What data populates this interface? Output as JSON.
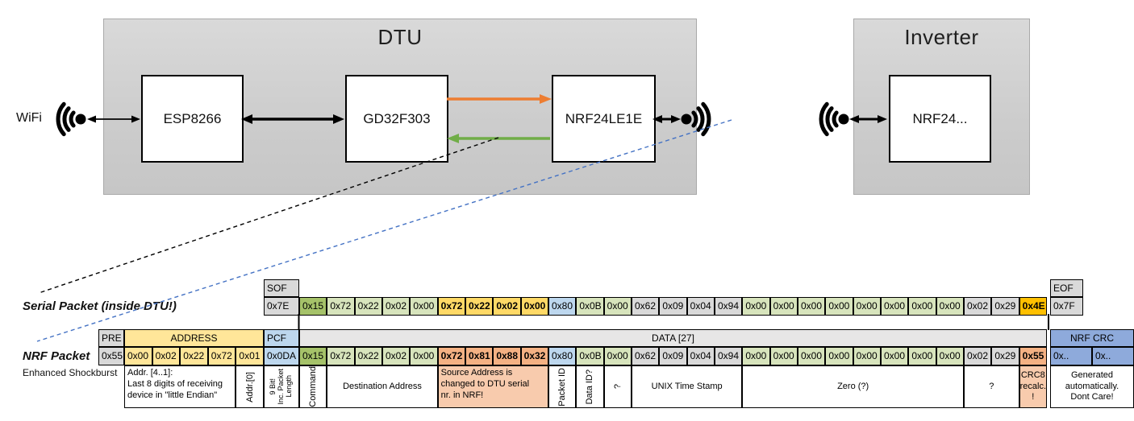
{
  "diagram": {
    "wifi_label": "WiFi",
    "dtu": {
      "title": "DTU",
      "components": [
        "ESP8266",
        "GD32F303",
        "NRF24LE1E"
      ]
    },
    "inverter": {
      "title": "Inverter",
      "components": [
        "NRF24..."
      ]
    },
    "colors": {
      "orange_arrow": "#ed7d31",
      "green_arrow": "#70ad47",
      "blue_dashed": "#4472c4"
    }
  },
  "serial_packet": {
    "label": "Serial Packet (inside DTU!)",
    "sof_header": "SOF",
    "sof_value": "0x7E",
    "eof_header": "EOF",
    "eof_value": "0x7F",
    "bytes": [
      {
        "t": "0x15",
        "c": "dgreen"
      },
      {
        "t": "0x72",
        "c": "lgreen"
      },
      {
        "t": "0x22",
        "c": "lgreen"
      },
      {
        "t": "0x02",
        "c": "lgreen"
      },
      {
        "t": "0x00",
        "c": "lgreen"
      },
      {
        "t": "0x72",
        "c": "gold",
        "b": 1
      },
      {
        "t": "0x22",
        "c": "gold",
        "b": 1
      },
      {
        "t": "0x02",
        "c": "gold",
        "b": 1
      },
      {
        "t": "0x00",
        "c": "gold",
        "b": 1
      },
      {
        "t": "0x80",
        "c": "lblue"
      },
      {
        "t": "0x0B",
        "c": "lgreen"
      },
      {
        "t": "0x00",
        "c": "lgreen"
      },
      {
        "t": "0x62",
        "c": "gray"
      },
      {
        "t": "0x09",
        "c": "gray"
      },
      {
        "t": "0x04",
        "c": "gray"
      },
      {
        "t": "0x94",
        "c": "gray"
      },
      {
        "t": "0x00",
        "c": "lgreen"
      },
      {
        "t": "0x00",
        "c": "lgreen"
      },
      {
        "t": "0x00",
        "c": "lgreen"
      },
      {
        "t": "0x00",
        "c": "lgreen"
      },
      {
        "t": "0x00",
        "c": "lgreen"
      },
      {
        "t": "0x00",
        "c": "lgreen"
      },
      {
        "t": "0x00",
        "c": "lgreen"
      },
      {
        "t": "0x00",
        "c": "lgreen"
      },
      {
        "t": "0x02",
        "c": "gray"
      },
      {
        "t": "0x29",
        "c": "gray"
      },
      {
        "t": "0x4E",
        "c": "dgold",
        "b": 1
      }
    ]
  },
  "nrf_packet": {
    "label": "NRF Packet",
    "sublabel": "Enhanced Shockburst",
    "pre_header": "PRE",
    "address_header": "ADDRESS",
    "pcf_header": "PCF",
    "data_header": "DATA [27]",
    "crc_header": "NRF CRC",
    "pre_value": "0x55",
    "address_bytes": [
      "0x00",
      "0x02",
      "0x22",
      "0x72",
      "0x01"
    ],
    "pcf_value": "0x0DA",
    "bytes": [
      {
        "t": "0x15",
        "c": "dgreen"
      },
      {
        "t": "0x72",
        "c": "lgreen"
      },
      {
        "t": "0x22",
        "c": "lgreen"
      },
      {
        "t": "0x02",
        "c": "lgreen"
      },
      {
        "t": "0x00",
        "c": "lgreen"
      },
      {
        "t": "0x72",
        "c": "salmon",
        "b": 1
      },
      {
        "t": "0x81",
        "c": "salmon",
        "b": 1
      },
      {
        "t": "0x88",
        "c": "salmon",
        "b": 1
      },
      {
        "t": "0x32",
        "c": "salmon",
        "b": 1
      },
      {
        "t": "0x80",
        "c": "lblue"
      },
      {
        "t": "0x0B",
        "c": "lgreen"
      },
      {
        "t": "0x00",
        "c": "lgreen"
      },
      {
        "t": "0x62",
        "c": "gray"
      },
      {
        "t": "0x09",
        "c": "gray"
      },
      {
        "t": "0x04",
        "c": "gray"
      },
      {
        "t": "0x94",
        "c": "gray"
      },
      {
        "t": "0x00",
        "c": "lgreen"
      },
      {
        "t": "0x00",
        "c": "lgreen"
      },
      {
        "t": "0x00",
        "c": "lgreen"
      },
      {
        "t": "0x00",
        "c": "lgreen"
      },
      {
        "t": "0x00",
        "c": "lgreen"
      },
      {
        "t": "0x00",
        "c": "lgreen"
      },
      {
        "t": "0x00",
        "c": "lgreen"
      },
      {
        "t": "0x00",
        "c": "lgreen"
      },
      {
        "t": "0x02",
        "c": "gray"
      },
      {
        "t": "0x29",
        "c": "gray"
      },
      {
        "t": "0x55",
        "c": "salmon",
        "b": 1
      }
    ],
    "crc_values": [
      "0x..",
      "0x.."
    ],
    "annotations": [
      {
        "t": "Addr. [4..1]:\nLast 8 digits of receiving\ndevice in \"little Endian\"",
        "span": 4,
        "align": "left"
      },
      {
        "t": "Addr.[0]",
        "rot": 1
      },
      {
        "t": "9 Bit!\nInc. Packet\nLength",
        "rot": 1,
        "small": 1
      },
      {
        "t": "Command",
        "rot": 1
      },
      {
        "t": "Destination Address",
        "span": 4
      },
      {
        "t": "Source Address is\nchanged to DTU serial\nnr. in NRF!",
        "span": 4,
        "c": "lsalmon",
        "align": "left"
      },
      {
        "t": "Packet ID",
        "rot": 1
      },
      {
        "t": "Data ID?",
        "rot": 1
      },
      {
        "t": "?",
        "rot": 1
      },
      {
        "t": "UNIX Time Stamp",
        "span": 4
      },
      {
        "t": "Zero (?)",
        "span": 8
      },
      {
        "t": "?",
        "span": 2
      },
      {
        "t": "CRC8\nrecalc.\n!",
        "c": "lsalmon"
      },
      {
        "t": "Generated\nautomatically.\nDont Care!",
        "span": 2,
        "crc": 1
      }
    ]
  }
}
